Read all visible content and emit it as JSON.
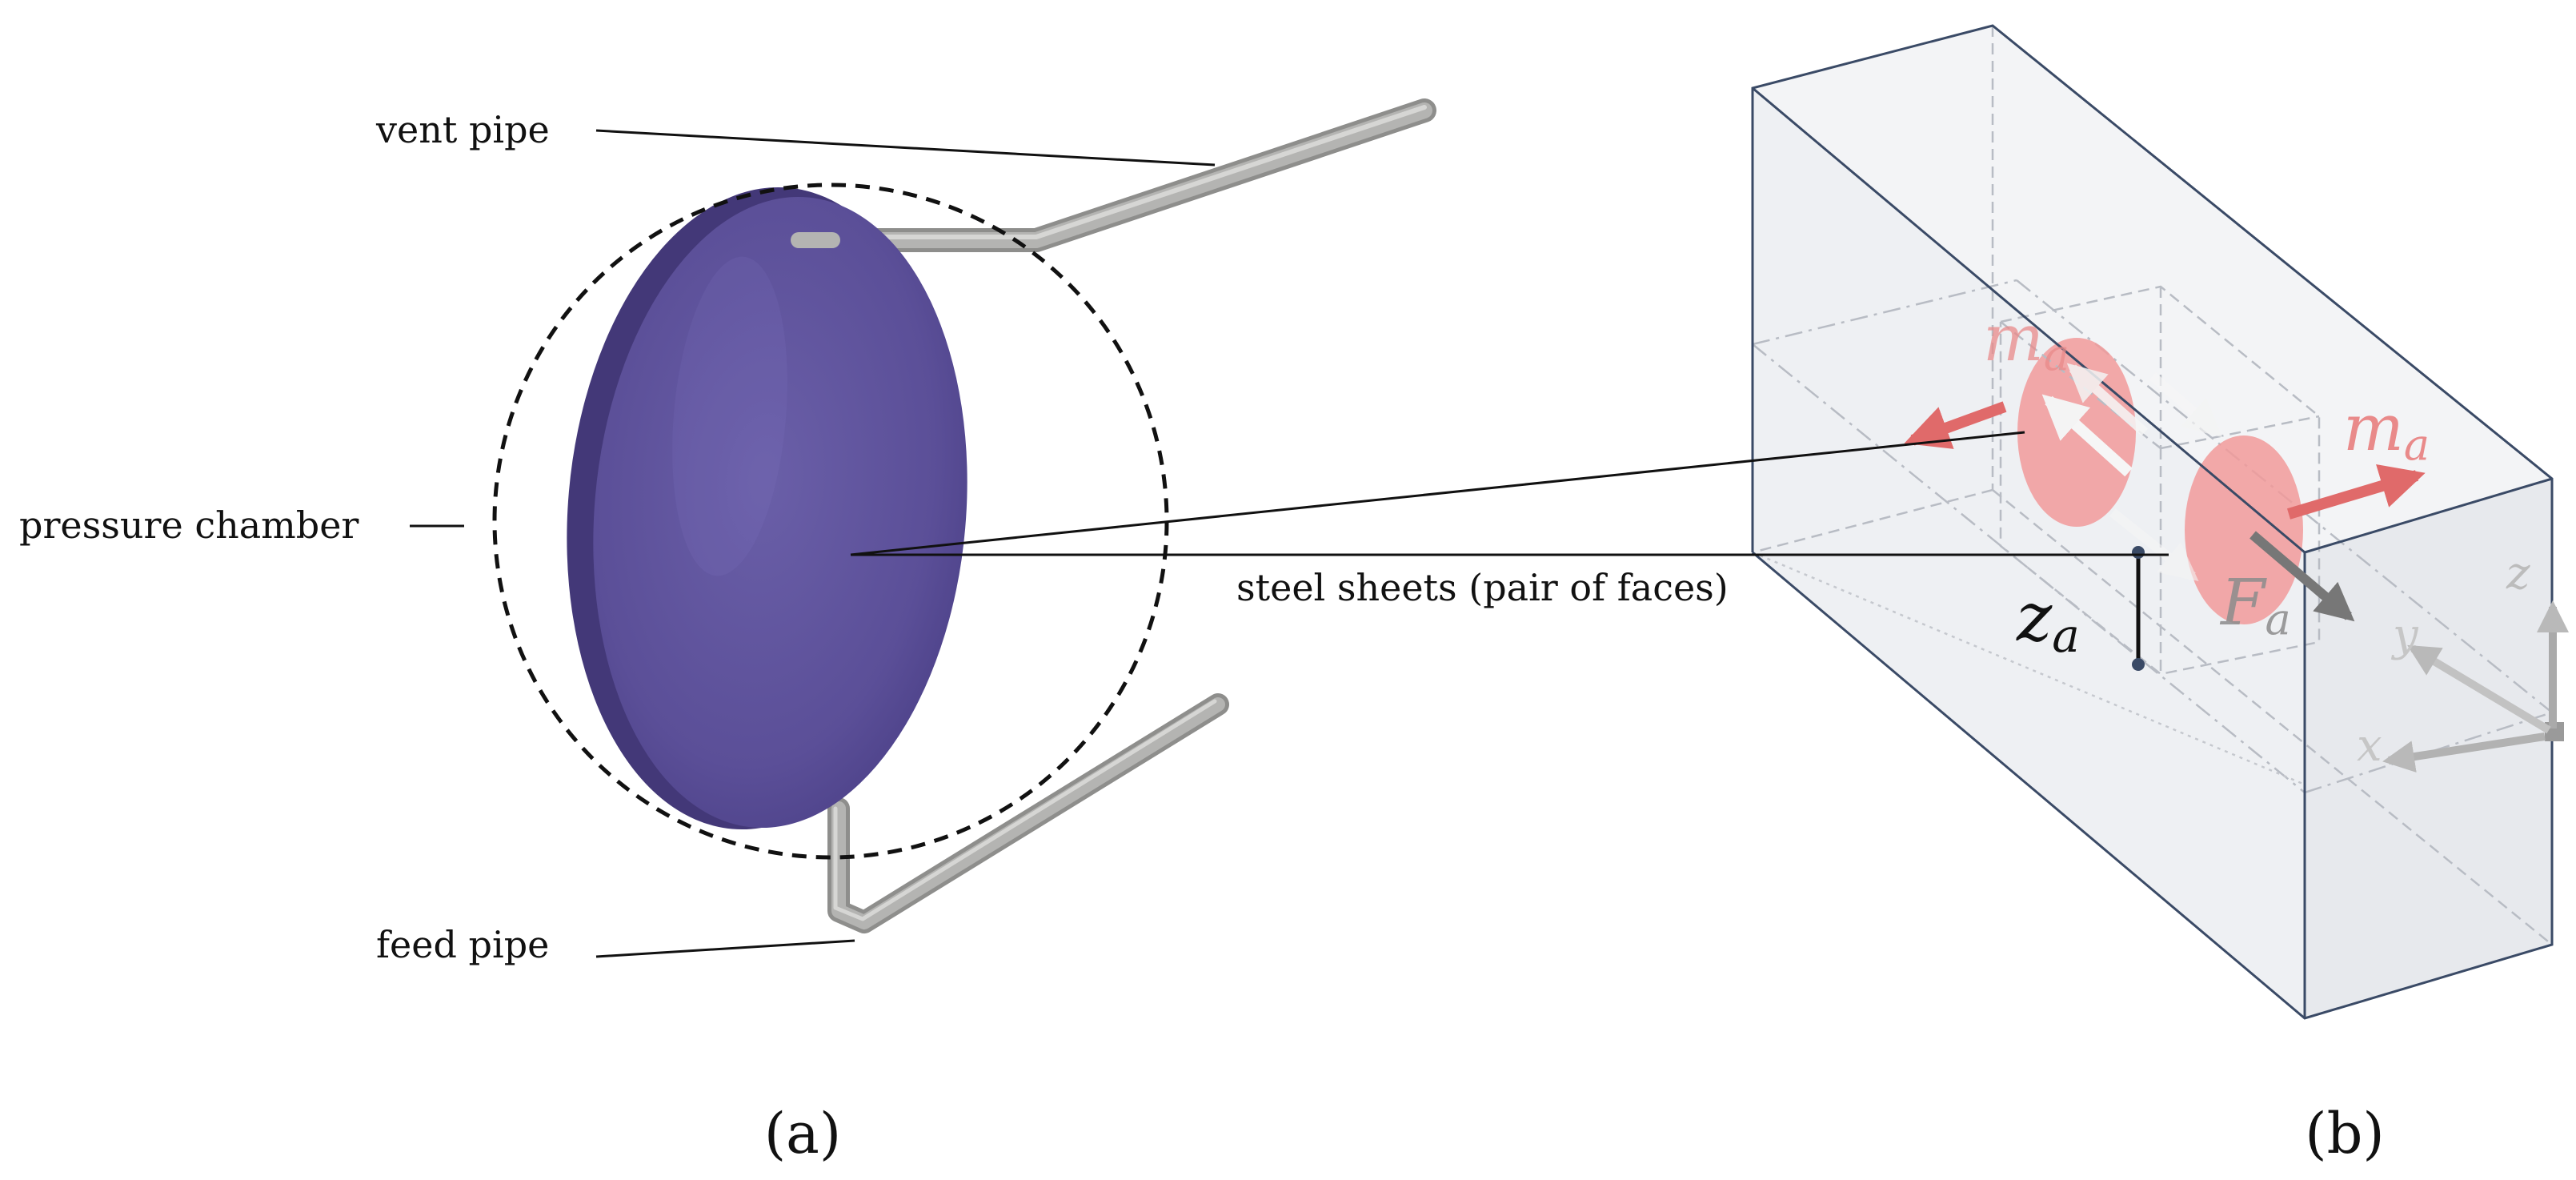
{
  "labels": {
    "vent_pipe": "vent pipe",
    "pressure_chamber": "pressure chamber",
    "feed_pipe": "feed pipe",
    "steel_sheets": "steel sheets (pair of faces)",
    "panel_a": "(a)",
    "panel_b": "(b)"
  },
  "symbols": {
    "m_base": "m",
    "m_sub": "a",
    "f_base": "F",
    "f_sub": "a",
    "z_base": "z",
    "z_sub": "a",
    "axis_x": "x",
    "axis_y": "y",
    "axis_z": "z"
  },
  "colors": {
    "chamber": "#5b4f98",
    "chamber_edge": "#463b82",
    "pipe": "#a9a9a7",
    "magnet": "#f19a9a",
    "force_arrow": "#e06a6a",
    "box_face": "#eef0f3",
    "box_edge": "#3a4a66"
  }
}
